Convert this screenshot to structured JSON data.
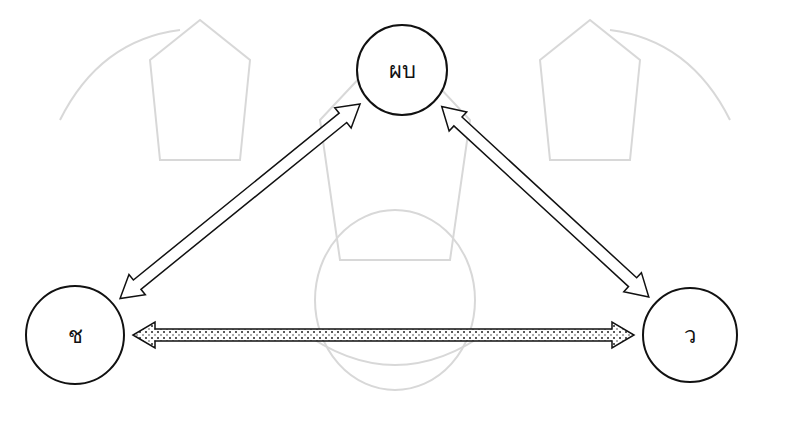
{
  "diagram": {
    "nodes": [
      {
        "text": [
          "ผบ"
        ]
      },
      {
        "text": [
          "ช"
        ]
      },
      {
        "text": [
          "ว"
        ]
      }
    ],
    "edges": [
      {
        "from": 0,
        "to": 1,
        "arrow": "both"
      },
      {
        "from": 0,
        "to": 2,
        "arrow": "both"
      },
      {
        "from": 1,
        "to": 2,
        "arrow": "both"
      }
    ]
  }
}
